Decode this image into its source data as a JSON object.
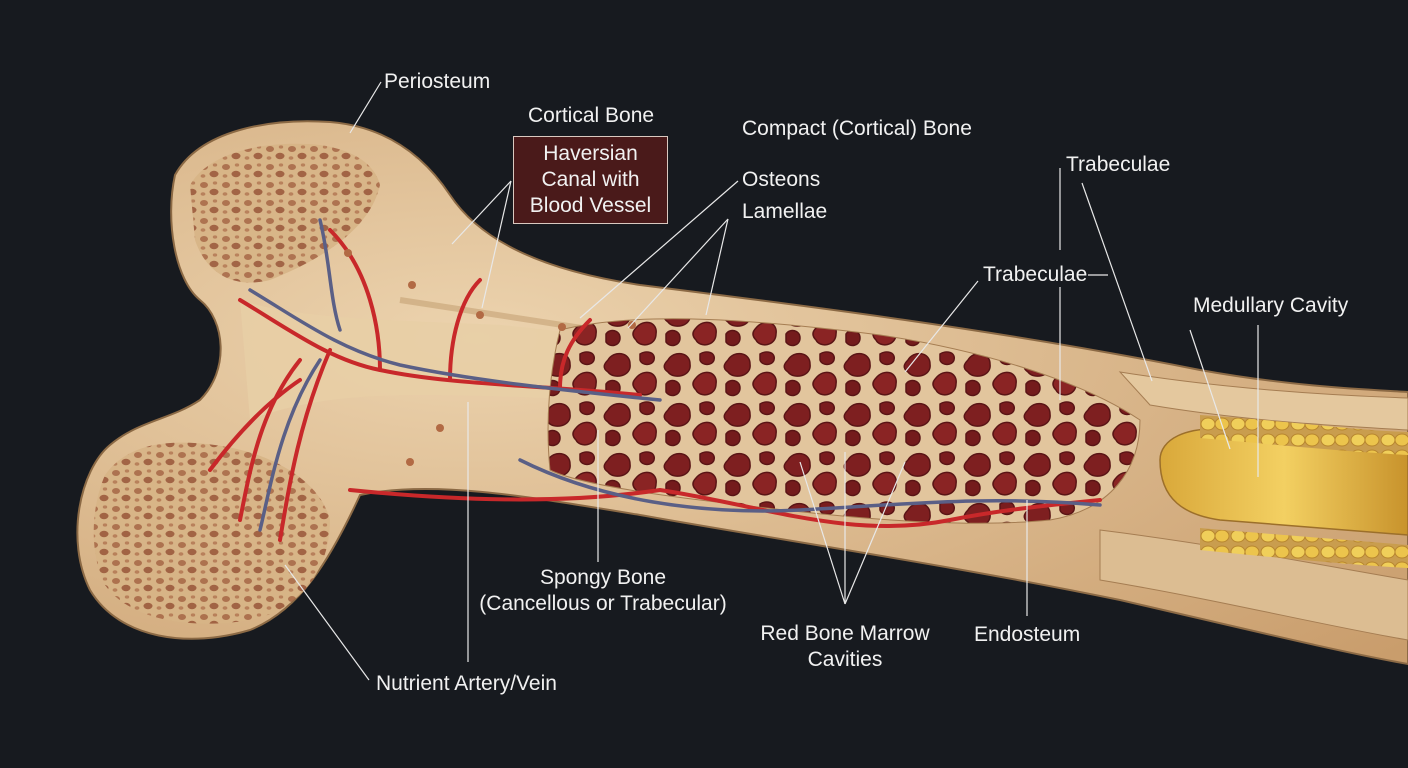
{
  "labels": {
    "periosteum": "Periosteum",
    "cortical_bone": "Cortical Bone",
    "haversian_canal": "Haversian\nCanal with\nBlood Vessel",
    "compact_bone": "Compact (Cortical) Bone",
    "osteons": "Osteons",
    "lamellae": "Lamellae",
    "trabeculae_top": "Trabeculae",
    "trabeculae_mid": "Trabeculae",
    "medullary_cavity": "Medullary Cavity",
    "spongy_bone": "Spongy Bone\n(Cancellous or Trabecular)",
    "red_bone_marrow": "Red Bone Marrow\nCavities",
    "endosteum": "Endosteum",
    "nutrient_vessels": "Nutrient Artery/Vein"
  },
  "colors": {
    "background": "#171a1f",
    "bone": "#e3c39a",
    "bone_dark": "#c9a274",
    "marrow": "#8a2424",
    "artery": "#c8282a",
    "vein": "#5a5f86",
    "yellow_marrow": "#e2b83a",
    "label_box": "#4a1a1a"
  }
}
